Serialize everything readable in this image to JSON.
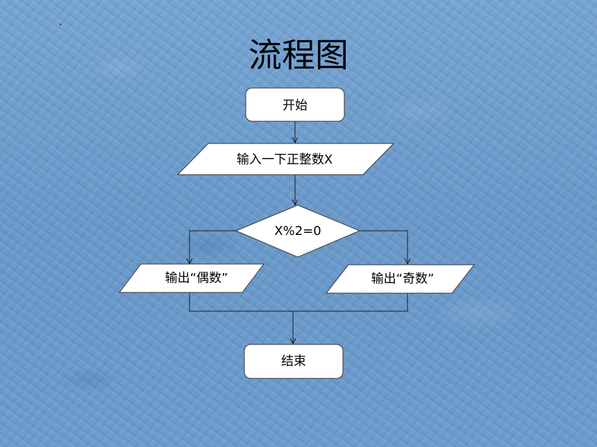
{
  "slide": {
    "title": "流程图"
  },
  "flowchart": {
    "start": "开始",
    "input": "输入一下正整数X",
    "decision": "X%2=0",
    "output_even": "输出“偶数”",
    "output_odd": "输出“奇数”",
    "end": "结束"
  }
}
